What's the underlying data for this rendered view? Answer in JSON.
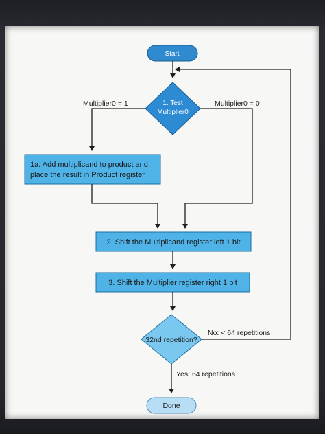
{
  "flowchart": {
    "start": "Start",
    "test_line1": "1. Test",
    "test_line2": "Multiplier0",
    "branch_one": "Multiplier0 = 1",
    "branch_zero": "Multiplier0 = 0",
    "step_1a_line1": "1a. Add multiplicand to product and",
    "step_1a_line2": "place the result in Product register",
    "step_2": "2. Shift the Multiplicand register left 1 bit",
    "step_3": "3. Shift the Multiplier register right 1 bit",
    "check": "32nd repetition?",
    "no_label": "No: < 64 repetitions",
    "yes_label": "Yes: 64 repetitions",
    "done": "Done"
  },
  "colors": {
    "start_fill": "#2f8ad0",
    "diamond_fill": "#2d8bd3",
    "box_fill": "#4fb3e8",
    "check_fill": "#7ac8ef",
    "done_fill": "#b8def5",
    "line": "#1e1e1e"
  }
}
